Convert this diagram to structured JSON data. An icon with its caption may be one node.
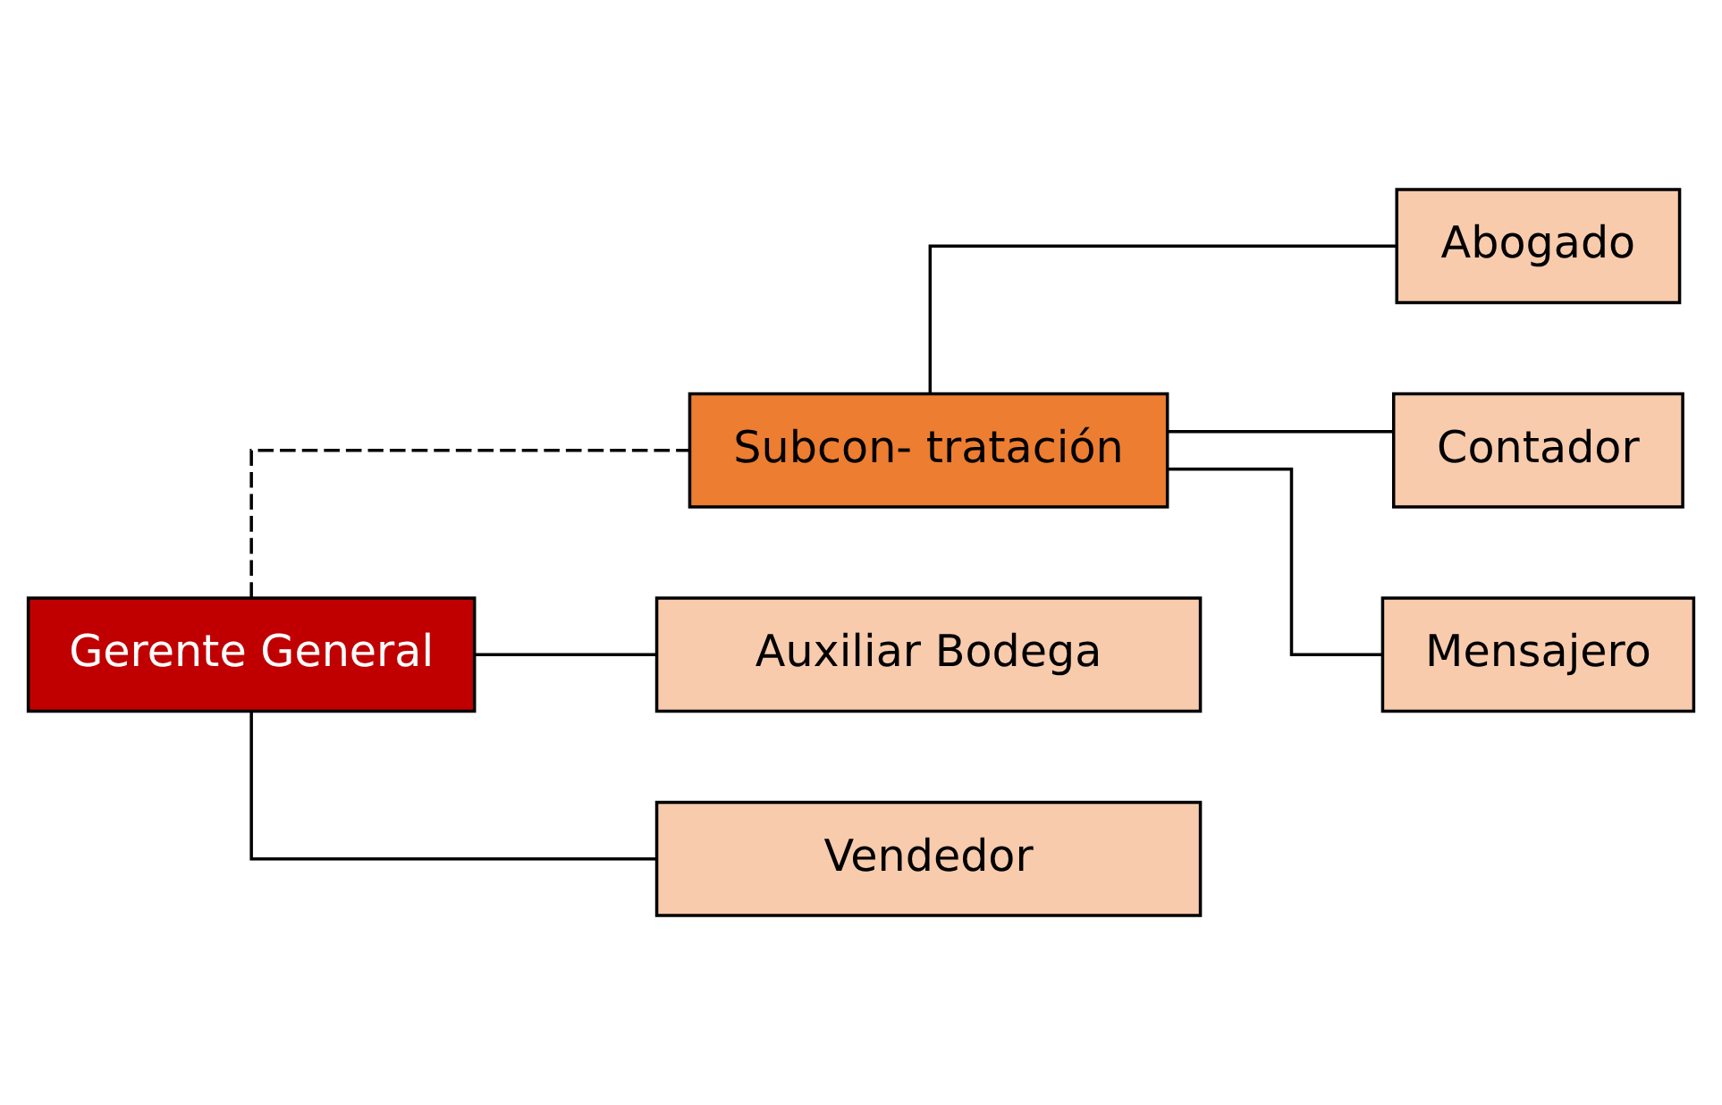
{
  "diagram": {
    "nodes": [
      {
        "text": [
          "Gerente General"
        ]
      },
      {
        "text": [
          "Subcon- tratación"
        ]
      },
      {
        "text": [
          "Auxiliar Bodega"
        ]
      },
      {
        "text": [
          "Vendedor"
        ]
      },
      {
        "text": [
          "Abogado"
        ]
      },
      {
        "text": [
          "Contador"
        ]
      },
      {
        "text": [
          "Mensajero"
        ]
      }
    ],
    "edges": [
      {
        "from": 0,
        "to": 1,
        "arrow": "none",
        "style": "dashed"
      },
      {
        "from": 0,
        "to": 2,
        "arrow": "none"
      },
      {
        "from": 0,
        "to": 3,
        "arrow": "none"
      },
      {
        "from": 1,
        "to": 4,
        "arrow": "none"
      },
      {
        "from": 1,
        "to": 5,
        "arrow": "none"
      },
      {
        "from": 1,
        "to": 6,
        "arrow": "none"
      }
    ]
  }
}
